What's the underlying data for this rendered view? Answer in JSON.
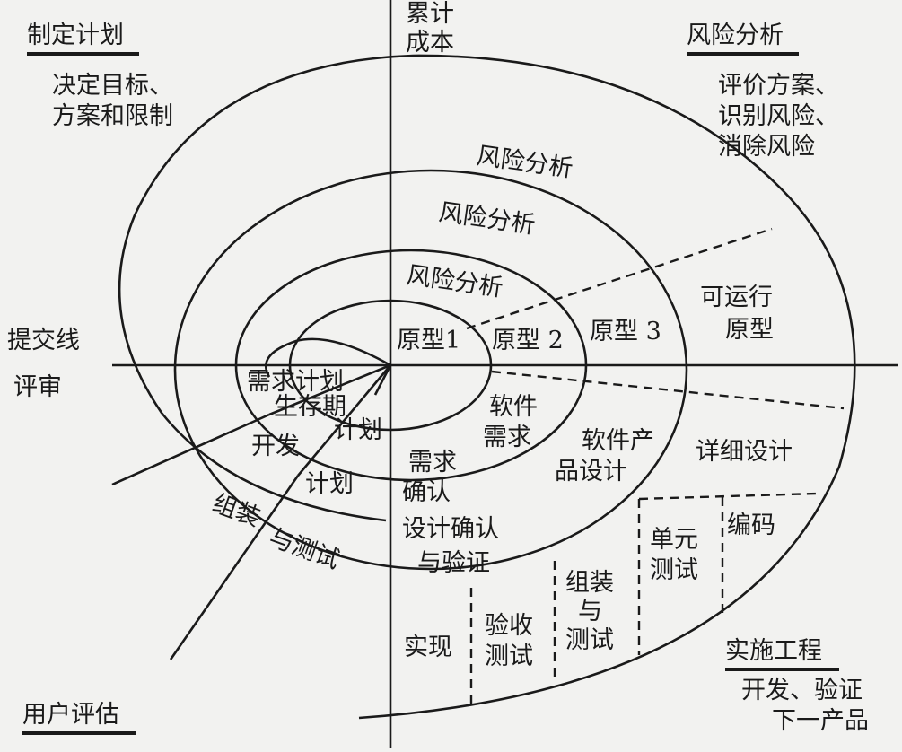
{
  "axes": {
    "top": [
      "累计",
      "成本"
    ],
    "left_upper": "提交线",
    "left_lower": "评审"
  },
  "quadrants": {
    "top_left": {
      "title": "制定计划",
      "desc": [
        "决定目标、",
        "方案和限制"
      ]
    },
    "top_right": {
      "title": "风险分析",
      "desc": [
        "评价方案、",
        "识别风险、",
        "消除风险"
      ]
    },
    "bottom_left": {
      "title": "用户评估",
      "desc": []
    },
    "bottom_right": {
      "title": "实施工程",
      "desc": [
        "开发、验证",
        "下一产品"
      ]
    }
  },
  "risk_analysis": [
    "风险分析",
    "风险分析",
    "风险分析"
  ],
  "prototypes": [
    "原型1",
    "原型 2",
    "原型 3",
    "可运行",
    "原型"
  ],
  "plans": [
    "需求计划",
    "生存期",
    "计划",
    "开发",
    "计划",
    "组装",
    "与测试"
  ],
  "engineering": {
    "software_requirements": [
      "软件",
      "需求"
    ],
    "requirements_confirm": [
      "需求",
      "确认"
    ],
    "product_design": [
      "软件产",
      "品设计"
    ],
    "design_verify": [
      "设计确认",
      "与验证"
    ],
    "detailed_design": "详细设计",
    "coding": "编码",
    "unit_test": [
      "单元",
      "测试"
    ],
    "integration_test": [
      "组装",
      "与",
      "测试"
    ],
    "acceptance_test": [
      "验收",
      "测试"
    ],
    "implementation": "实现"
  }
}
